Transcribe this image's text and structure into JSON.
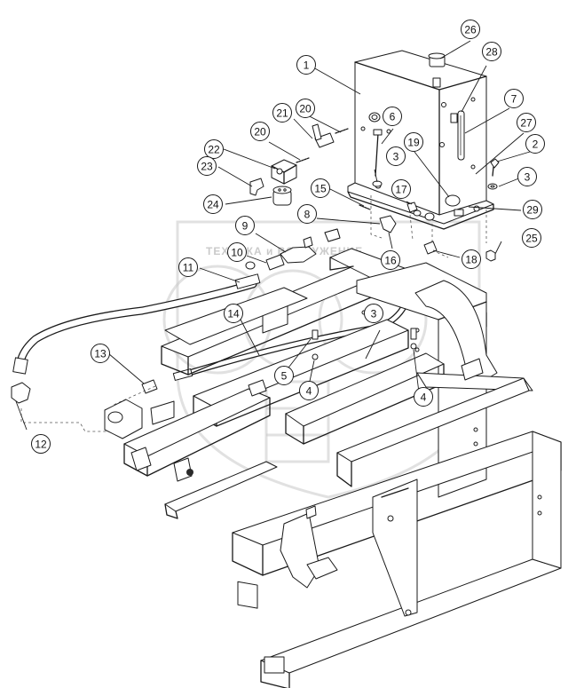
{
  "watermark": {
    "text": "ТЕХНИКА и ВООРУЖЕНИЕ"
  },
  "callouts": [
    "1",
    "2",
    "3",
    "3",
    "3",
    "4",
    "4",
    "5",
    "6",
    "7",
    "8",
    "9",
    "10",
    "11",
    "12",
    "13",
    "14",
    "15",
    "16",
    "17",
    "18",
    "19",
    "20",
    "20",
    "21",
    "22",
    "23",
    "24",
    "25",
    "26",
    "27",
    "28",
    "29"
  ]
}
